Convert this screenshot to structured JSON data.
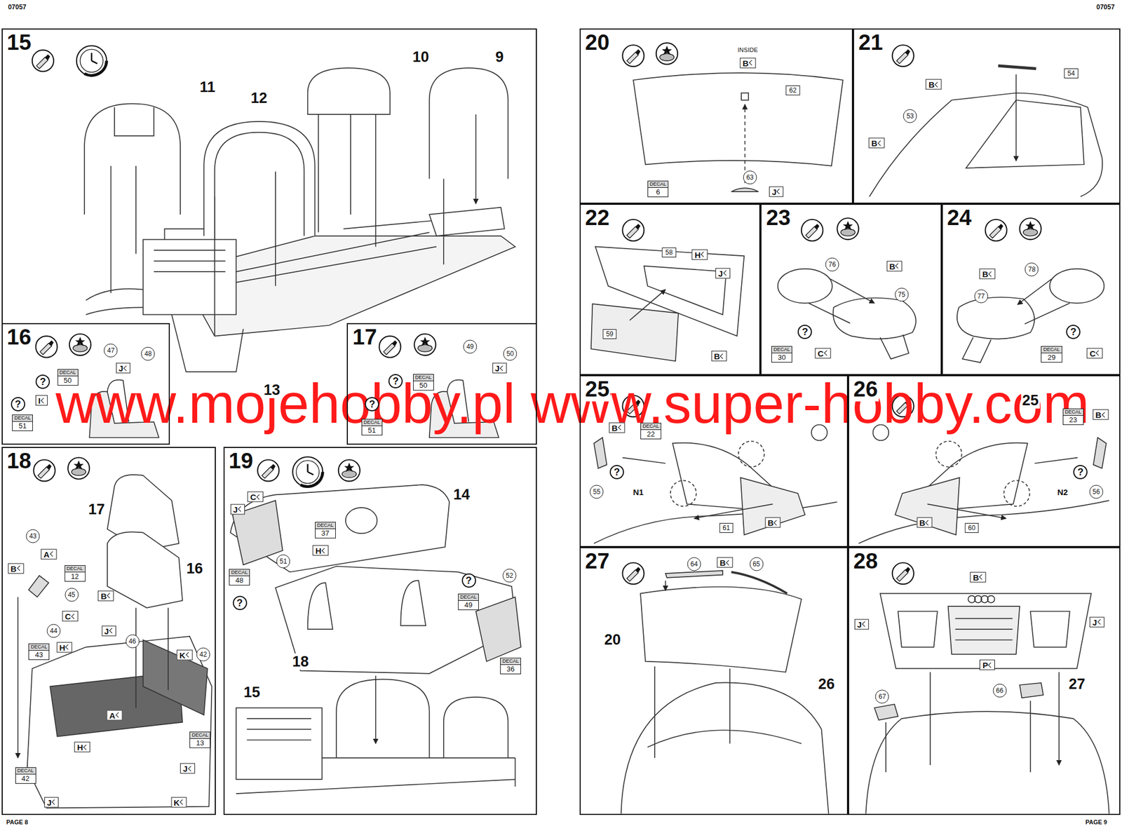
{
  "diagram": {
    "nodes": [
      {
        "text": [
          "15"
        ]
      },
      {
        "text": [
          "16"
        ]
      },
      {
        "text": [
          "17"
        ]
      },
      {
        "text": [
          "18"
        ]
      },
      {
        "text": [
          "19"
        ]
      },
      {
        "text": [
          "20"
        ]
      },
      {
        "text": [
          "21"
        ]
      },
      {
        "text": [
          "22"
        ]
      },
      {
        "text": [
          "23"
        ]
      },
      {
        "text": [
          "24"
        ]
      },
      {
        "text": [
          "25"
        ]
      },
      {
        "text": [
          "26"
        ]
      },
      {
        "text": [
          "27"
        ]
      },
      {
        "text": [
          "28"
        ]
      },
      {
        "text": [
          "DECAL",
          "50"
        ],
        "in": 1
      },
      {
        "text": [
          "DECAL",
          "51"
        ],
        "in": 1
      },
      {
        "text": [
          "DECAL",
          "50"
        ],
        "in": 2
      },
      {
        "text": [
          "DECAL",
          "51"
        ],
        "in": 2
      },
      {
        "text": [
          "DECAL",
          "12"
        ],
        "in": 3
      },
      {
        "text": [
          "DECAL",
          "43"
        ],
        "in": 3
      },
      {
        "text": [
          "DECAL",
          "13"
        ],
        "in": 3
      },
      {
        "text": [
          "DECAL",
          "42"
        ],
        "in": 3
      },
      {
        "text": [
          "DECAL",
          "37"
        ],
        "in": 4
      },
      {
        "text": [
          "DECAL",
          "48"
        ],
        "in": 4
      },
      {
        "text": [
          "DECAL",
          "49"
        ],
        "in": 4
      },
      {
        "text": [
          "DECAL",
          "36"
        ],
        "in": 4
      },
      {
        "text": [
          "DECAL",
          "6"
        ],
        "in": 5
      },
      {
        "text": [
          "DECAL",
          "30"
        ],
        "in": 8
      },
      {
        "text": [
          "DECAL",
          "29"
        ],
        "in": 9
      },
      {
        "text": [
          "DECAL",
          "22"
        ],
        "in": 10
      },
      {
        "text": [
          "DECAL",
          "23"
        ],
        "in": 11
      }
    ],
    "labels": [
      "07057",
      "07057",
      "11",
      "12",
      "10",
      "9",
      "13",
      "47",
      "J",
      "48",
      "?",
      "I",
      "?",
      "49",
      "J",
      "50",
      "?",
      "?",
      "17",
      "16",
      "43",
      "B",
      "A",
      "45",
      "B",
      "C",
      "44",
      "H",
      "J",
      "46",
      "K",
      "42",
      "A",
      "H",
      "J",
      "J",
      "K",
      "C",
      "J",
      "H",
      "14",
      "51",
      "?",
      "?",
      "52",
      "18",
      "15",
      "INSIDE",
      "B",
      "62",
      "63",
      "J",
      "54",
      "B",
      "53",
      "B",
      "58",
      "H",
      "J",
      "59",
      "B",
      "76",
      "B",
      "75",
      "?",
      "C",
      "B",
      "78",
      "77",
      "?",
      "C",
      "B",
      "?",
      "55",
      "N1",
      "61",
      "B",
      "25",
      "B",
      "?",
      "N2",
      "56",
      "60",
      "B",
      "64",
      "B",
      "65",
      "20",
      "26",
      "B",
      "J",
      "J",
      "P",
      "67",
      "66",
      "27",
      "PAGE 8",
      "PAGE 9",
      "www.mojehobby.pl www.super-hobby.com"
    ]
  }
}
